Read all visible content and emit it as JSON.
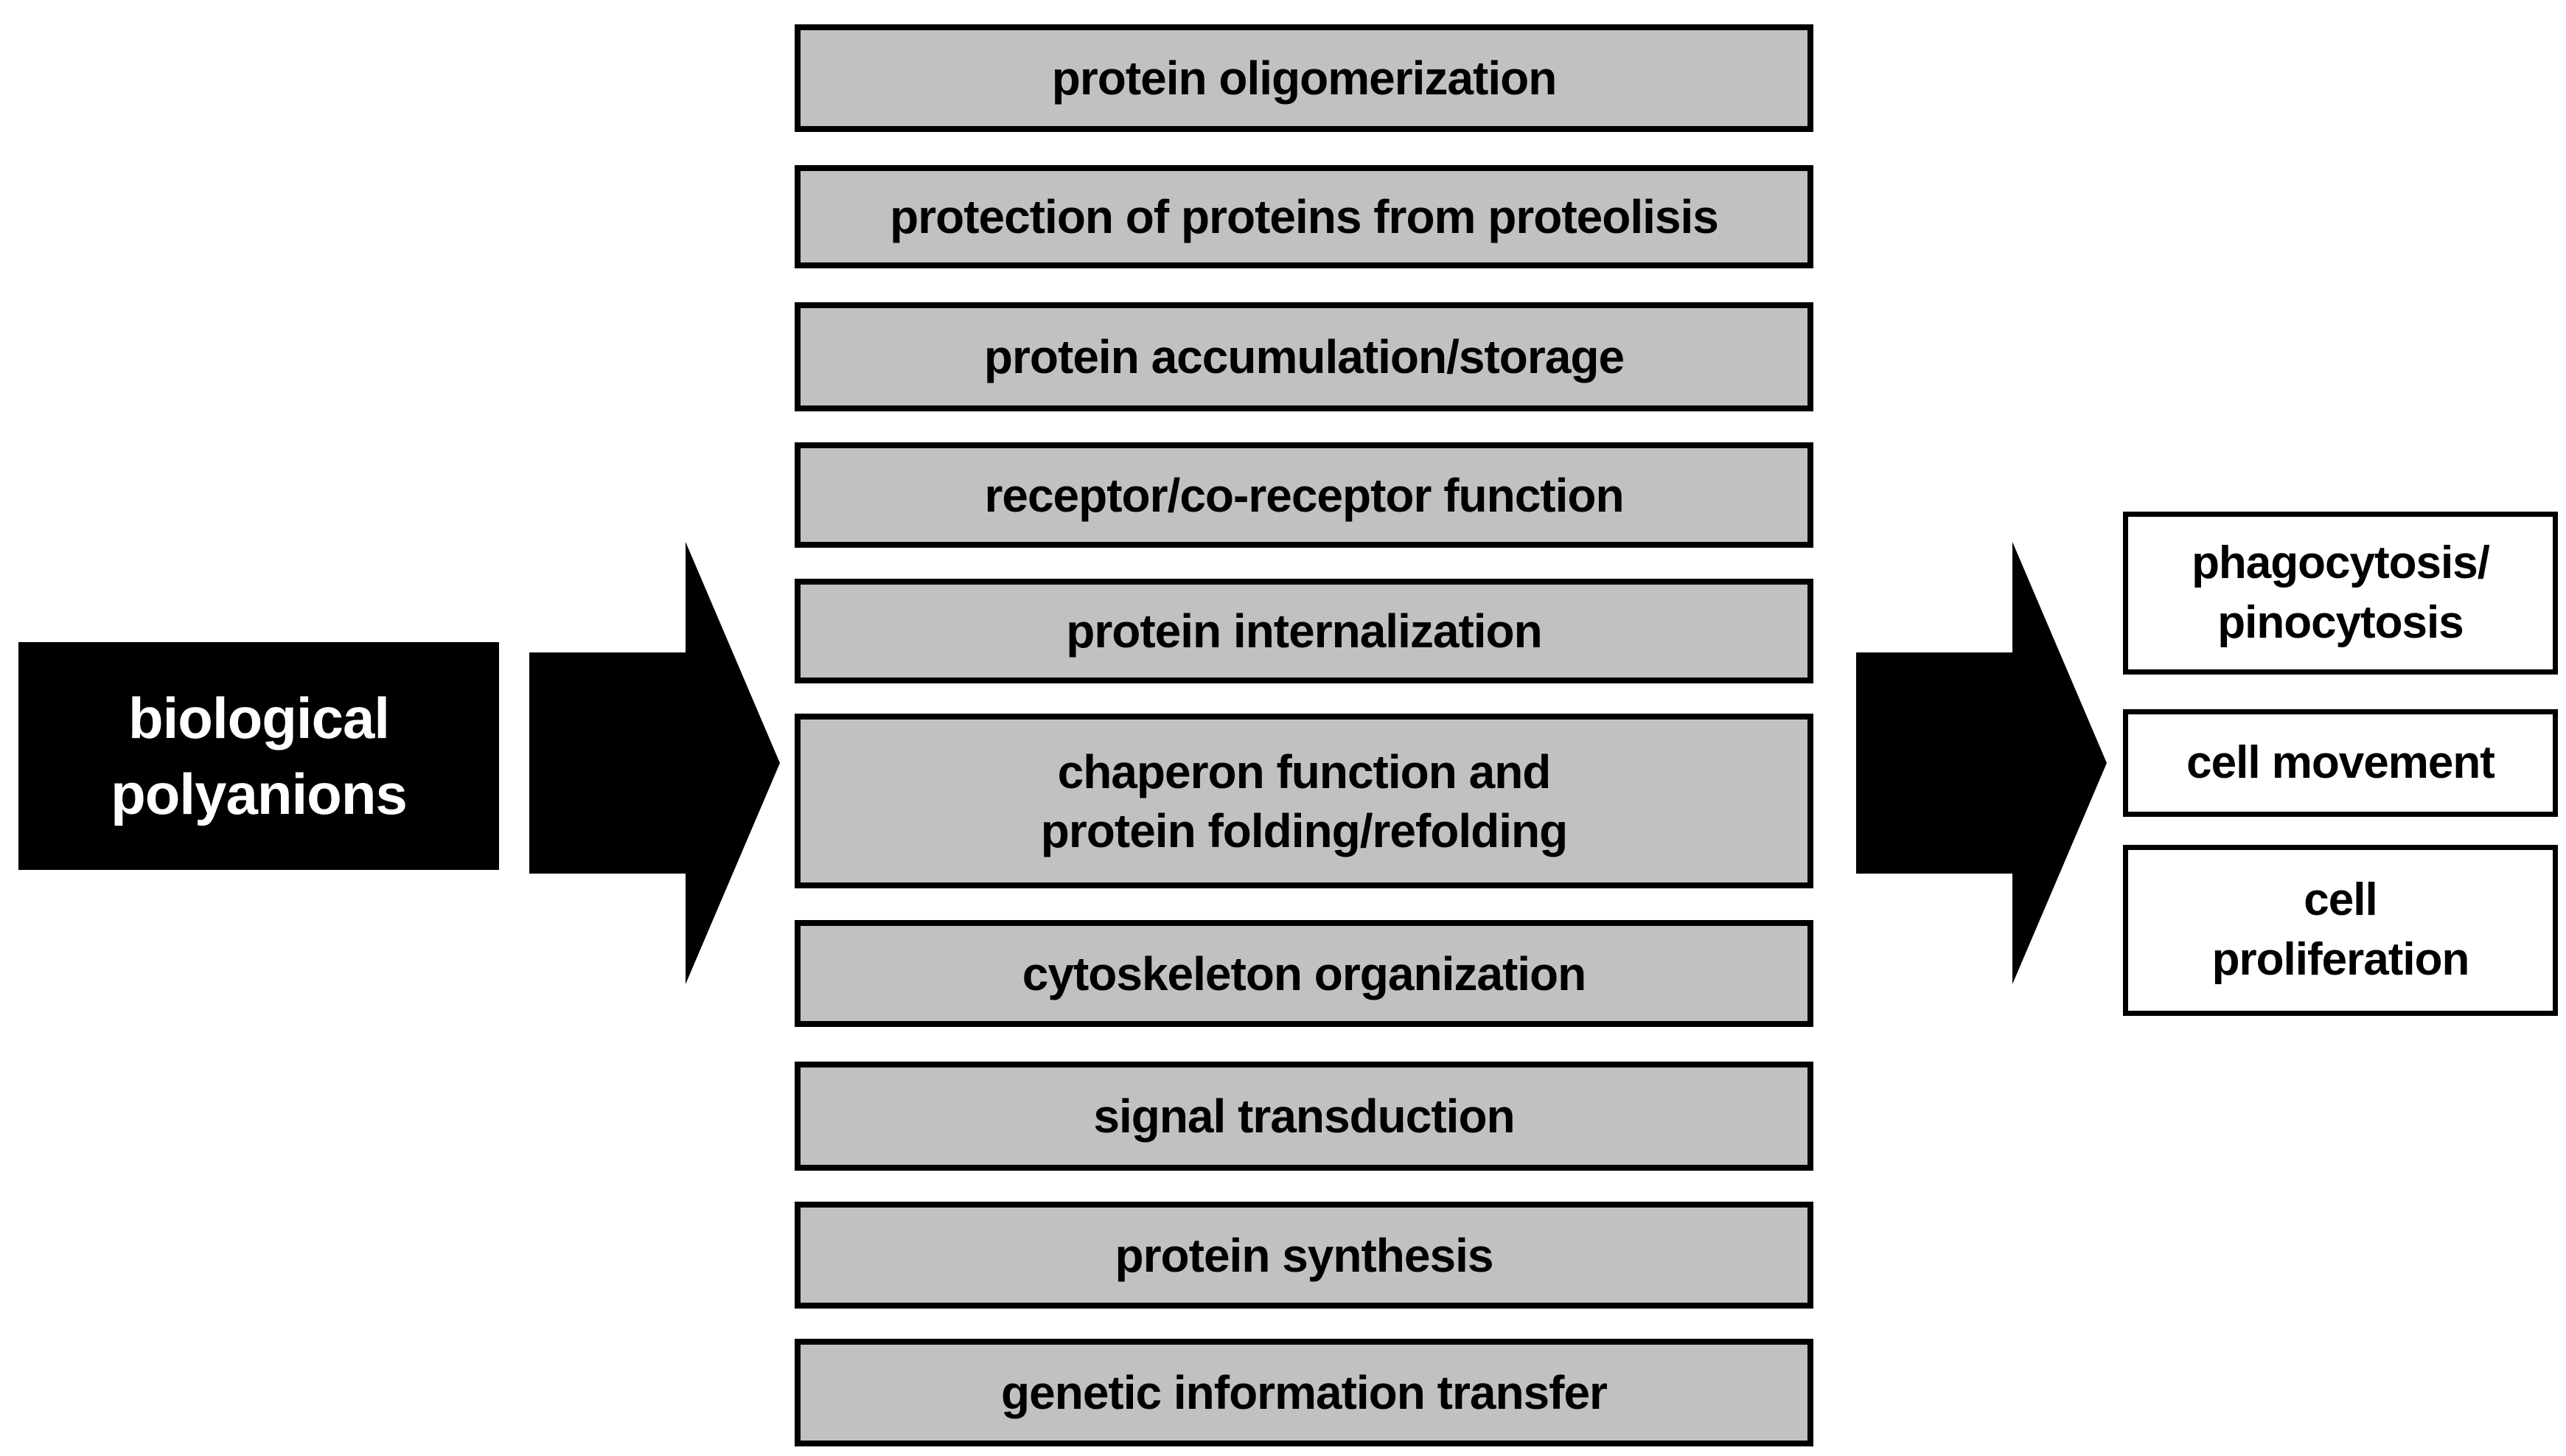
{
  "diagram": {
    "source_box": {
      "label": "biological\npolyanions"
    },
    "function_boxes": [
      {
        "label": "protein oligomerization"
      },
      {
        "label": "protection of proteins from proteolisis"
      },
      {
        "label": "protein accumulation/storage"
      },
      {
        "label": "receptor/co-receptor function"
      },
      {
        "label": "protein internalization"
      },
      {
        "label": "chaperon function and\nprotein folding/refolding"
      },
      {
        "label": "cytoskeleton organization"
      },
      {
        "label": "signal transduction"
      },
      {
        "label": "protein synthesis"
      },
      {
        "label": "genetic information transfer"
      }
    ],
    "outcome_boxes": [
      {
        "label": "phagocytosis/\npinocytosis"
      },
      {
        "label": "cell movement"
      },
      {
        "label": "cell\nproliferation"
      }
    ],
    "colors": {
      "background": "#ffffff",
      "function_box_fill": "#c1c1c1",
      "box_border": "#000000",
      "source_box_fill": "#000000",
      "source_box_text": "#ffffff",
      "outcome_box_fill": "#ffffff",
      "arrow": "#000000"
    }
  }
}
